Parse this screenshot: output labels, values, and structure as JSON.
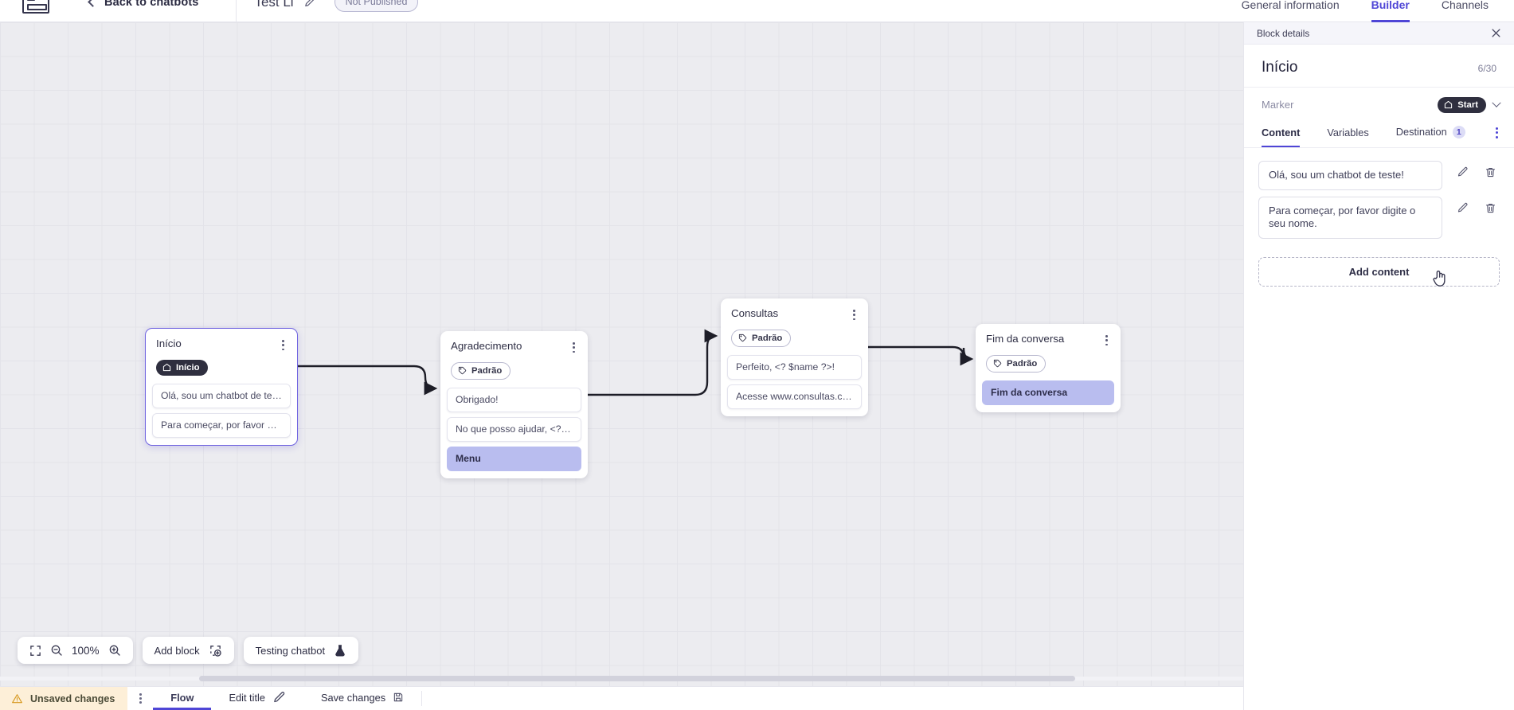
{
  "topbar": {
    "logo": "platform-logo",
    "back_label": "Back to chatbots",
    "bot_title": "Test Li",
    "status_badge": "Not Published",
    "tabs": [
      {
        "label": "General information",
        "active": false
      },
      {
        "label": "Builder",
        "active": true
      },
      {
        "label": "Channels",
        "active": false
      }
    ]
  },
  "canvas": {
    "zoom_level": "100%",
    "add_block_label": "Add block",
    "testing_label": "Testing chatbot",
    "blocks": [
      {
        "id": "inicio",
        "title": "Início",
        "tag": "Início",
        "tag_type": "start",
        "selected": true,
        "rows": [
          {
            "text": "Olá, sou um chatbot de teste!",
            "type": "message"
          },
          {
            "text": "Para começar, por favor digite o ...",
            "type": "message"
          }
        ]
      },
      {
        "id": "agradecimento",
        "title": "Agradecimento",
        "tag": "Padrão",
        "tag_type": "default",
        "selected": false,
        "rows": [
          {
            "text": "Obrigado!",
            "type": "message"
          },
          {
            "text": "No que posso ajudar, <? $name ...",
            "type": "message"
          },
          {
            "text": "Menu",
            "type": "menu"
          }
        ]
      },
      {
        "id": "consultas",
        "title": "Consultas",
        "tag": "Padrão",
        "tag_type": "default",
        "selected": false,
        "rows": [
          {
            "text": "Perfeito, <? $name ?>!",
            "type": "message"
          },
          {
            "text": "Acesse www.consultas.com par...",
            "type": "message"
          }
        ]
      },
      {
        "id": "fim",
        "title": "Fim da conversa",
        "tag": "Padrão",
        "tag_type": "default",
        "selected": false,
        "rows": [
          {
            "text": "Fim da conversa",
            "type": "menu"
          }
        ]
      }
    ]
  },
  "bottombar": {
    "unsaved_label": "Unsaved changes",
    "flow_label": "Flow",
    "edit_title_label": "Edit title",
    "save_label": "Save changes"
  },
  "panel": {
    "strip_label": "Block details",
    "title": "Início",
    "count": "6/30",
    "marker_label": "Marker",
    "marker_value": "Start",
    "tabs": [
      {
        "label": "Content",
        "badge": "",
        "active": true
      },
      {
        "label": "Variables",
        "badge": "",
        "active": false
      },
      {
        "label": "Destination",
        "badge": "1",
        "active": false
      }
    ],
    "content_items": [
      {
        "text": "Olá, sou um chatbot de teste!"
      },
      {
        "text": "Para começar, por favor digite o seu nome."
      }
    ],
    "add_content_label": "Add content"
  },
  "colors": {
    "accent": "#4f46d6",
    "menu_row": "#b9bdef",
    "warning_bg": "#fdefd8",
    "canvas_bg": "#ececf0"
  }
}
